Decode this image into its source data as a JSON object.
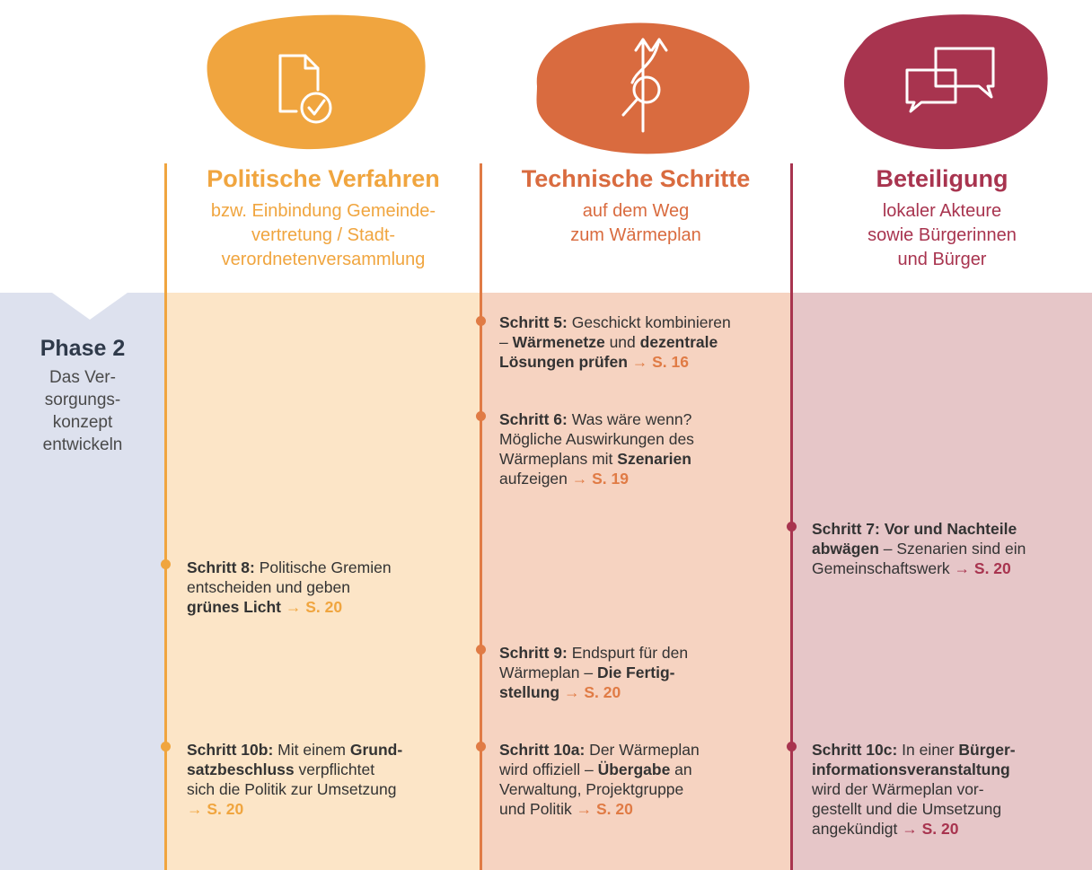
{
  "colors": {
    "orange": "#F0A53F",
    "orange_dark": "#E07B45",
    "burgundy": "#A8344F",
    "phase_band": "#DDE1EE",
    "band_orange": "#FCE5C7",
    "band_red": "#F6D3C1",
    "band_pink": "#E6C6C8"
  },
  "columns": [
    {
      "icon": "document-check-icon",
      "title": "Politische Verfahren",
      "subtitle": [
        "bzw. Einbindung Gemeinde-",
        "vertretung / Stadt-",
        "verordnetenversammlung"
      ]
    },
    {
      "icon": "magnifier-arrows-icon",
      "title": "Technische Schritte",
      "subtitle": [
        "auf dem Weg",
        "zum Wärmeplan"
      ]
    },
    {
      "icon": "speech-bubbles-icon",
      "title": "Beteiligung",
      "subtitle": [
        "lokaler Akteure",
        "sowie Bürgerinnen",
        "und Bürger"
      ]
    }
  ],
  "phase": {
    "title": "Phase 2",
    "description": [
      "Das Ver-",
      "sorgungs-",
      "konzept",
      "entwickeln"
    ]
  },
  "steps": {
    "s5": {
      "label": "Schritt 5:",
      "l1": " Geschickt kombinieren",
      "l2a": "– ",
      "l2b": "Wärmenetze",
      "l2c": " und ",
      "l2d": "dezentrale",
      "l3": "Lösungen prüfen",
      "ref": " → S. 16"
    },
    "s6": {
      "label": "Schritt 6:",
      "l1": " Was wäre wenn?",
      "l2": "Mögliche Auswirkungen des",
      "l3a": "Wärmeplans mit ",
      "l3b": "Szenarien",
      "l4": "aufzeigen",
      "ref": " → S. 19"
    },
    "s7": {
      "label": "Schritt 7: Vor und Nachteile",
      "l2a": "abwägen",
      "l2b": " – Szenarien sind ein",
      "l3": "Gemeinschaftswerk",
      "ref": " → S. 20"
    },
    "s8": {
      "label": "Schritt 8:",
      "l1": " Politische Gremien",
      "l2": "entscheiden und geben",
      "l3": "grünes Licht",
      "ref": " → S. 20"
    },
    "s9": {
      "label": "Schritt 9:",
      "l1": " Endspurt für den",
      "l2a": "Wärmeplan – ",
      "l2b": "Die Fertig-",
      "l3": "stellung",
      "ref": " → S. 20"
    },
    "s10a": {
      "label": "Schritt 10a:",
      "l1": " Der Wärmeplan",
      "l2a": "wird offiziell – ",
      "l2b": "Übergabe",
      "l2c": " an",
      "l3": "Verwaltung, Projektgruppe",
      "l4": "und Politik",
      "ref": " → S. 20"
    },
    "s10b": {
      "label": "Schritt 10b:",
      "l1a": " Mit einem ",
      "l1b": "Grund-",
      "l2a": "satzbeschluss",
      "l2b": " verpflichtet",
      "l3": "sich die Politik zur Umsetzung",
      "ref": "→ S. 20"
    },
    "s10c": {
      "label": "Schritt 10c:",
      "l1a": " In einer ",
      "l1b": "Bürger-",
      "l2": "informationsveranstaltung",
      "l3": "wird der Wärmeplan vor-",
      "l4": "gestellt und die Umsetzung",
      "l5": "angekündigt",
      "ref": " → S. 20"
    }
  }
}
